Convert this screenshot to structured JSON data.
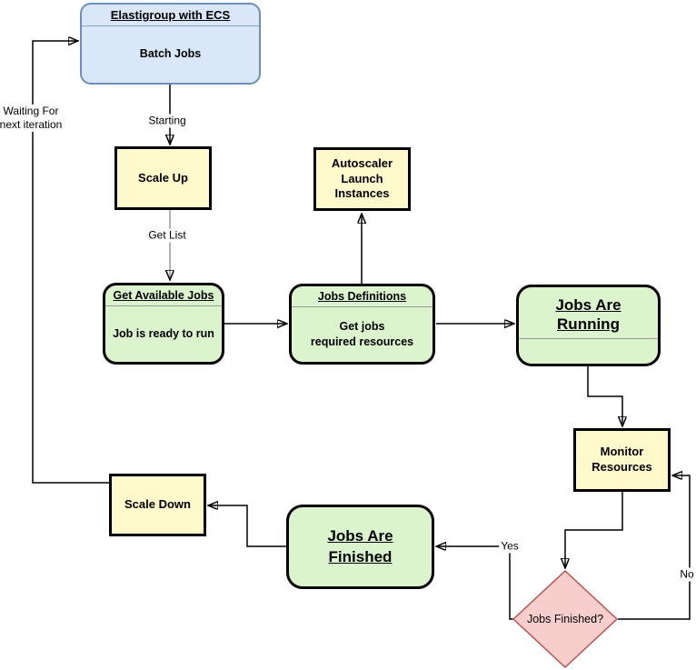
{
  "colors": {
    "blue_fill": "#d9e7f8",
    "blue_border": "#6c8ebf",
    "yellow_fill": "#fff9cc",
    "green_fill": "#dcf4ce",
    "red_fill": "#f8cecc",
    "red_border": "#b85450",
    "node_border": "#000000",
    "edge": "#000000",
    "edge_gray": "#999999"
  },
  "nodes": {
    "elastigroup": {
      "title": "Elastigroup with ECS",
      "body": "Batch Jobs"
    },
    "scale_up": {
      "label": "Scale Up"
    },
    "autoscaler": {
      "label": "Autoscaler\nLaunch\nInstances"
    },
    "get_available_jobs": {
      "title": "Get Available Jobs",
      "body": "Job is ready to run"
    },
    "jobs_definitions": {
      "title": "Jobs Definitions",
      "body": "Get jobs\nrequired resources"
    },
    "jobs_running": {
      "title": "Jobs Are\nRunning"
    },
    "monitor_resources": {
      "label": "Monitor\nResources"
    },
    "decision": {
      "label": "Jobs Finished?"
    },
    "jobs_finished": {
      "label": "Jobs Are\nFinished"
    },
    "scale_down": {
      "label": "Scale Down"
    }
  },
  "edge_labels": {
    "starting": "Starting",
    "get_list": "Get List",
    "yes": "Yes",
    "no": "No",
    "waiting": "Waiting For\nnext iteration"
  }
}
